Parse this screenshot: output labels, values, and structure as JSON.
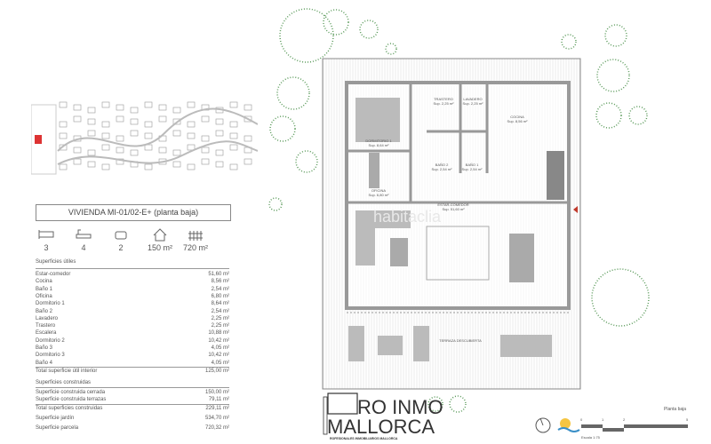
{
  "listing": {
    "title": "VIVIENDA MI-01/02-E+ (planta baja)",
    "stats": [
      {
        "icon": "bed-icon",
        "value": "3"
      },
      {
        "icon": "bathtub-icon",
        "value": "4"
      },
      {
        "icon": "car-icon",
        "value": "2"
      },
      {
        "icon": "house-icon",
        "value": "150 m²"
      },
      {
        "icon": "fence-icon",
        "value": "720 m²"
      }
    ],
    "useful_heading": "Superficies útiles",
    "useful": [
      {
        "label": "Estar-comedor",
        "value": "51,60 m²"
      },
      {
        "label": "Cocina",
        "value": "8,56 m²"
      },
      {
        "label": "Baño 1",
        "value": "2,54 m²"
      },
      {
        "label": "Oficina",
        "value": "6,80 m²"
      },
      {
        "label": "Dormitorio 1",
        "value": "8,64 m²"
      },
      {
        "label": "Baño 2",
        "value": "2,54 m²"
      },
      {
        "label": "Lavadero",
        "value": "2,25 m²"
      },
      {
        "label": "Trastero",
        "value": "2,25 m²"
      },
      {
        "label": "Escalera",
        "value": "10,88 m²"
      },
      {
        "label": "Dormitorio 2",
        "value": "10,42 m²"
      },
      {
        "label": "Baño 3",
        "value": "4,05 m²"
      },
      {
        "label": "Dormitorio 3",
        "value": "10,42 m²"
      },
      {
        "label": "Baño 4",
        "value": "4,05 m²"
      }
    ],
    "total_useful": {
      "label": "Total superficie útil interior",
      "value": "125,00 m²"
    },
    "built_heading": "Superficies construidas",
    "built": [
      {
        "label": "Superficie construida cerrada",
        "value": "150,00 m²"
      },
      {
        "label": "Superficie construida terrazas",
        "value": "79,11 m²"
      }
    ],
    "total_built": {
      "label": "Total superficies construidas",
      "value": "229,11 m²"
    },
    "garden": {
      "label": "Superficie jardín",
      "value": "534,70 m²"
    },
    "plot": {
      "label": "Superficie parcela",
      "value": "720,32 m²"
    }
  },
  "plan": {
    "rooms": [
      {
        "name": "TRASTERO",
        "area": "Sup. 2,25 m²"
      },
      {
        "name": "LAVADERO",
        "area": "Sup. 2,25 m²"
      },
      {
        "name": "COCINA",
        "area": "Sup. 8,56 m²"
      },
      {
        "name": "DORMITORIO 1",
        "area": "Sup. 8,64 m²"
      },
      {
        "name": "BAÑO 2",
        "area": "Sup. 2,54 m²"
      },
      {
        "name": "BAÑO 1",
        "area": "Sup. 2,54 m²"
      },
      {
        "name": "OFICINA",
        "area": "Sup. 6,80 m²"
      },
      {
        "name": "ESTAR-COMEDOR",
        "area": "Sup. 51,60 m²"
      }
    ],
    "terrace": "TERRAZA DESCUBIERTA",
    "floor_name": "Planta baja",
    "scale_label": "Escala 1:75",
    "scale_ticks": [
      "0",
      "1",
      "2",
      "5"
    ],
    "watermark": "habitaclia",
    "colors": {
      "tree": "#5a9a5a",
      "wall": "#9a9a9a",
      "accent": "#c0392b"
    }
  },
  "logo": {
    "line1": "RO INMO",
    "line2": "MALLORCA",
    "tagline": "ROFESIONALES INMOBILIARIOS MALLORCA"
  }
}
